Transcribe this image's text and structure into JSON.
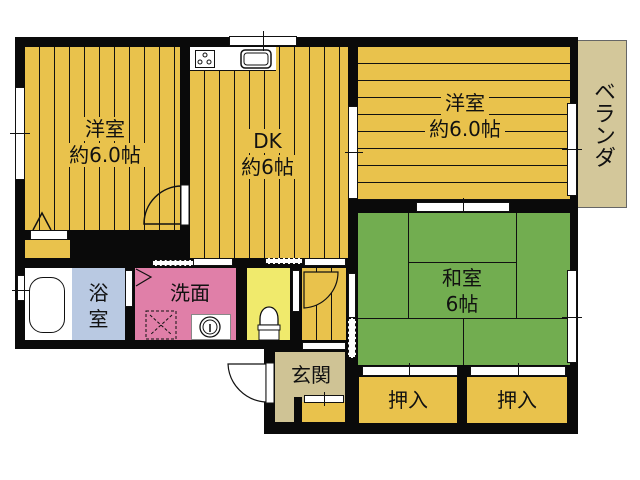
{
  "floor_plan": {
    "rooms": {
      "western_room_1": {
        "name": "洋室",
        "size": "約6.0帖"
      },
      "dining_kitchen": {
        "name": "DK",
        "size": "約6帖"
      },
      "western_room_2": {
        "name": "洋室",
        "size": "約6.0帖"
      },
      "japanese_room": {
        "name": "和室",
        "size": "6帖"
      },
      "bathroom": {
        "name": "浴室",
        "line1": "浴",
        "line2": "室"
      },
      "washroom": {
        "name": "洗面"
      },
      "entrance": {
        "name": "玄関"
      },
      "closet_1": {
        "name": "押入"
      },
      "closet_2": {
        "name": "押入"
      },
      "veranda": {
        "name": "ベランダ"
      }
    },
    "colors": {
      "wood_floor": "#e9c24c",
      "tatami": "#72ad50",
      "bathroom": "#b9c9e2",
      "washroom": "#e07fa8",
      "toilet": "#f0ea6c",
      "entrance": "#cfc395",
      "veranda": "#d3c79a",
      "wall": "#0a0a0a"
    }
  }
}
